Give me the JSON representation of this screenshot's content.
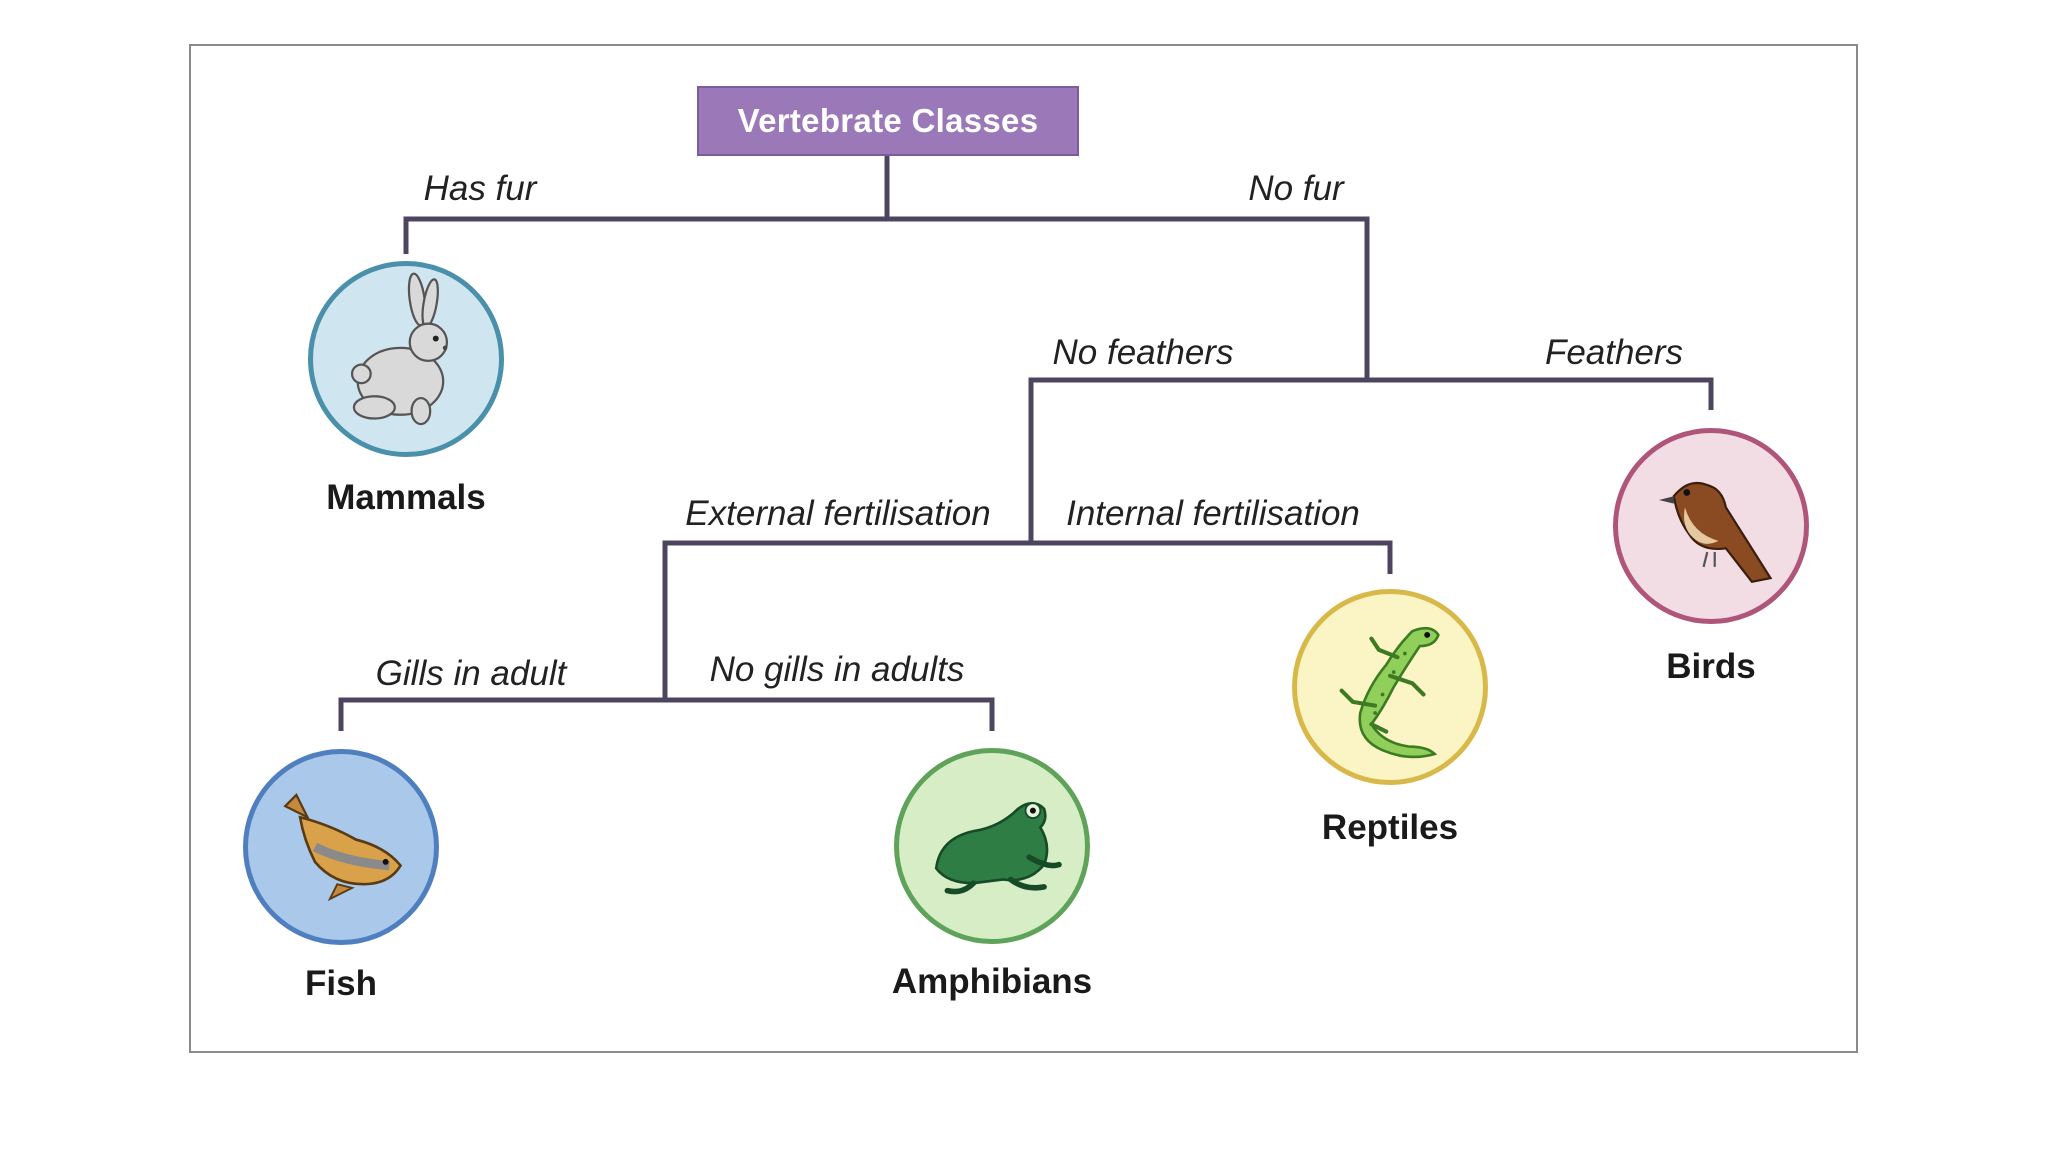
{
  "title": "Vertebrate Classes",
  "branches": {
    "has_fur": "Has fur",
    "no_fur": "No fur",
    "no_feathers": "No feathers",
    "feathers": "Feathers",
    "external_fertilisation": "External fertilisation",
    "internal_fertilisation": "Internal fertilisation",
    "gills_in_adult": "Gills in adult",
    "no_gills_in_adults": "No gills in adults"
  },
  "classes": {
    "mammals": {
      "label": "Mammals",
      "icon": "rabbit-icon",
      "fill": "#cfe6f0",
      "border": "#4a90ab"
    },
    "birds": {
      "label": "Birds",
      "icon": "bird-icon",
      "fill": "#f3dde4",
      "border": "#b0557a"
    },
    "reptiles": {
      "label": "Reptiles",
      "icon": "lizard-icon",
      "fill": "#fbf4c4",
      "border": "#d9b84a"
    },
    "fish": {
      "label": "Fish",
      "icon": "fish-icon",
      "fill": "#a9c8ea",
      "border": "#4f7fbf"
    },
    "amphibians": {
      "label": "Amphibians",
      "icon": "frog-icon",
      "fill": "#d6edc6",
      "border": "#5fa35a"
    }
  },
  "colors": {
    "root_fill": "#9b79b8",
    "line": "#4d4560"
  }
}
